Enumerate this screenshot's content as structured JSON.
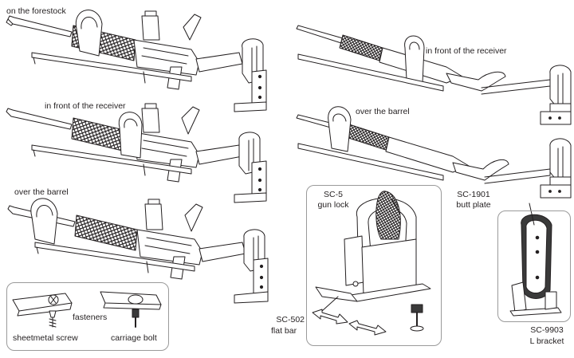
{
  "labels": {
    "rifle_forestock": "on the forestock",
    "rifle_receiver": "in front of the receiver",
    "rifle_barrel": "over the barrel",
    "shotgun_receiver": "in front of the receiver",
    "shotgun_barrel": "over the barrel",
    "fasteners": "fasteners",
    "sheetmetal_screw": "sheetmetal screw",
    "carriage_bolt": "carriage bolt",
    "gun_lock_code": "SC-5",
    "gun_lock_name": "gun lock",
    "flat_bar_code": "SC-502",
    "flat_bar_name": "flat bar",
    "butt_plate_code": "SC-1901",
    "butt_plate_name": "butt plate",
    "l_bracket_code": "SC-9903",
    "l_bracket_name": "L bracket"
  },
  "colors": {
    "line": "#231f20",
    "box_border": "#9a9a9a",
    "shade": "#d9d9d9",
    "dark_fill": "#3a3a3a"
  }
}
